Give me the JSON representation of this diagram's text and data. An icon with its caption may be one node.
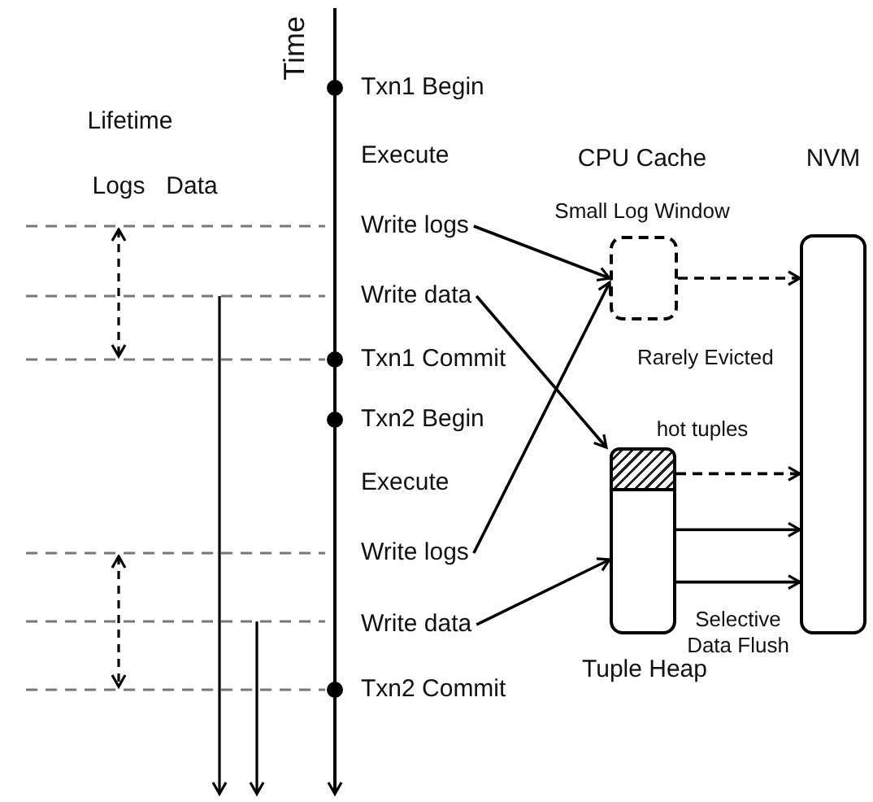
{
  "diagram": {
    "nodes": [
      {
        "text": [
          "Write logs"
        ]
      },
      {
        "text": [
          "Write data"
        ]
      },
      {
        "text": [
          "Write logs"
        ]
      },
      {
        "text": [
          "Write data"
        ]
      },
      {
        "text": [
          "Small Log Window"
        ],
        "beside": [
          "Rarely Evicted"
        ]
      },
      {
        "text": [
          "Tuple Heap"
        ]
      },
      {
        "text": [],
        "shape": "box",
        "in": 5
      },
      {
        "text": [
          "NVM"
        ]
      }
    ],
    "edges": [
      {
        "from": 0,
        "to": 4,
        "arrow": "to"
      },
      {
        "from": 1,
        "to": 6,
        "arrow": "to"
      },
      {
        "from": 2,
        "to": 4,
        "arrow": "to"
      },
      {
        "from": 3,
        "to": 5,
        "arrow": "to"
      },
      {
        "from": 4,
        "to": 7,
        "arrow": "to",
        "style": "dashed"
      },
      {
        "from": 6,
        "to": 7,
        "arrow": "to",
        "style": "dashed"
      },
      {
        "from": 5,
        "to": 7,
        "arrow": "to"
      },
      {
        "from": 5,
        "to": 7,
        "arrow": "to",
        "label": "Selective Data Flush"
      }
    ],
    "labels": [
      "Time",
      "Txn1 Begin",
      "Lifetime",
      "Execute",
      "CPU Cache",
      "Logs",
      "Data",
      "Txn1 Commit",
      "Txn2 Begin",
      "hot tuples",
      "Execute",
      "Txn2 Commit"
    ]
  }
}
